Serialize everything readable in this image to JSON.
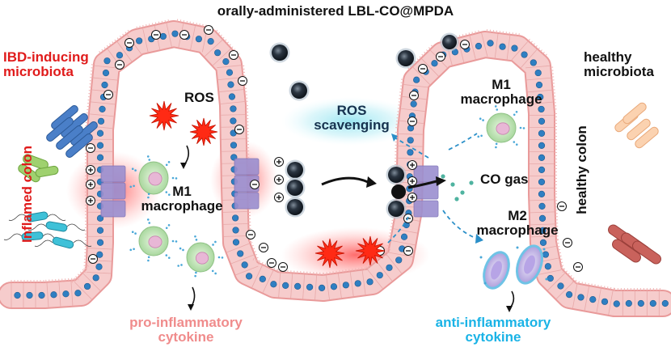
{
  "title": "orally-administered LBL-CO@MPDA",
  "left_microbiota": {
    "line1": "IBD-inducing",
    "line2": "microbiota"
  },
  "right_microbiota": {
    "line1": "healthy",
    "line2": "microbiota"
  },
  "inflamed_colon": "Inflamed colon",
  "healthy_colon": "healthy colon",
  "ros": "ROS",
  "m1_left": {
    "line1": "M1",
    "line2": "macrophage"
  },
  "m1_right": {
    "line1": "M1",
    "line2": "macrophage"
  },
  "m2": {
    "line1": "M2",
    "line2": "macrophage"
  },
  "ros_scavenging": {
    "line1": "ROS",
    "line2": "scavenging"
  },
  "co_gas": "CO gas",
  "pro_cytokine": {
    "line1": "pro-inflammatory",
    "line2": "cytokine"
  },
  "anti_cytokine": {
    "line1": "anti-inflammatory",
    "line2": "cytokine"
  },
  "charge_minus": "⊖",
  "charge_plus": "⊕",
  "colors": {
    "epithelium": "#f6cccc",
    "epithelium_edge": "#e99a9a",
    "nucleus": "#2f7fc2",
    "inflamed_label": "#e01b1b",
    "pro_cytokine": "#f08c8c",
    "anti_cytokine": "#1ab3e6",
    "nanoparticle": "#1f2a36",
    "ros_star": "#ff2a14",
    "tight_junction": "#9b8fd0",
    "scavenging_glow": "#9fe6f0"
  }
}
